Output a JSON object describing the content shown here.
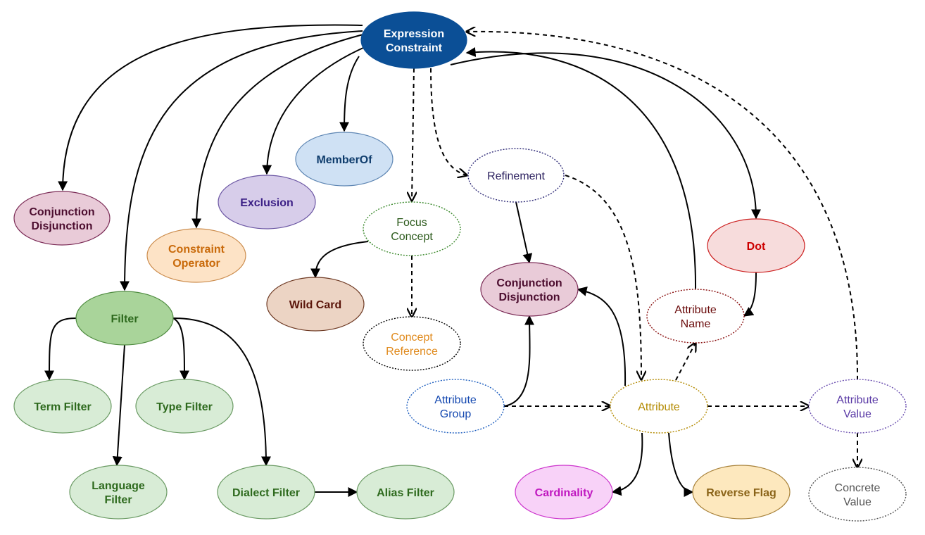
{
  "nodes": {
    "expression": {
      "lines": [
        "Expression",
        "Constraint"
      ],
      "fill": "#0b4f96",
      "stroke": "#0b4f96",
      "text": "#ffffff",
      "bold": true,
      "dashed": false
    },
    "conjDisjLeft": {
      "lines": [
        "Conjunction",
        "Disjunction"
      ],
      "fill": "#e9cbd8",
      "stroke": "#7a2a55",
      "text": "#4c0d2f",
      "bold": true,
      "dashed": false
    },
    "constraintOp": {
      "lines": [
        "Constraint",
        "Operator"
      ],
      "fill": "#fde3c6",
      "stroke": "#cc8d4e",
      "text": "#c96a0a",
      "bold": true,
      "dashed": false
    },
    "exclusion": {
      "lines": [
        "Exclusion"
      ],
      "fill": "#d7cdea",
      "stroke": "#6b56a3",
      "text": "#3b1f86",
      "bold": true,
      "dashed": false
    },
    "memberOf": {
      "lines": [
        "MemberOf"
      ],
      "fill": "#cfe1f4",
      "stroke": "#5e86b3",
      "text": "#0e3c6c",
      "bold": true,
      "dashed": false
    },
    "refinement": {
      "lines": [
        "Refinement"
      ],
      "fill": "#ffffff",
      "stroke": "#2e2a77",
      "text": "#2a1f5e",
      "bold": false,
      "dashed": true
    },
    "focusConcept": {
      "lines": [
        "Focus",
        "Concept"
      ],
      "fill": "#ffffff",
      "stroke": "#3c8a2d",
      "text": "#2c5a1c",
      "bold": false,
      "dashed": true
    },
    "wildCard": {
      "lines": [
        "Wild Card"
      ],
      "fill": "#ecd4c4",
      "stroke": "#6e3a24",
      "text": "#5a150a",
      "bold": true,
      "dashed": false
    },
    "conceptRef": {
      "lines": [
        "Concept",
        "Reference"
      ],
      "fill": "#ffffff",
      "stroke": "#000000",
      "text": "#e08a1d",
      "bold": false,
      "dashed": true
    },
    "conjDisjRight": {
      "lines": [
        "Conjunction",
        "Disjunction"
      ],
      "fill": "#e9cbd8",
      "stroke": "#7a2a55",
      "text": "#4c0d2f",
      "bold": true,
      "dashed": false
    },
    "dot": {
      "lines": [
        "Dot"
      ],
      "fill": "#f7dcdc",
      "stroke": "#cc1f1f",
      "text": "#cc0000",
      "bold": true,
      "dashed": false
    },
    "attributeName": {
      "lines": [
        "Attribute",
        "Name"
      ],
      "fill": "#ffffff",
      "stroke": "#8a1010",
      "text": "#6a0b0b",
      "bold": false,
      "dashed": true
    },
    "filter": {
      "lines": [
        "Filter"
      ],
      "fill": "#a9d49a",
      "stroke": "#4f8c40",
      "text": "#2e6a1e",
      "bold": true,
      "dashed": false
    },
    "termFilter": {
      "lines": [
        "Term Filter"
      ],
      "fill": "#d8ecd6",
      "stroke": "#6a9a63",
      "text": "#2e6a1e",
      "bold": true,
      "dashed": false
    },
    "typeFilter": {
      "lines": [
        "Type Filter"
      ],
      "fill": "#d8ecd6",
      "stroke": "#6a9a63",
      "text": "#2e6a1e",
      "bold": true,
      "dashed": false
    },
    "languageFilter": {
      "lines": [
        "Language",
        "Filter"
      ],
      "fill": "#d8ecd6",
      "stroke": "#6a9a63",
      "text": "#2e6a1e",
      "bold": true,
      "dashed": false
    },
    "dialectFilter": {
      "lines": [
        "Dialect Filter"
      ],
      "fill": "#d8ecd6",
      "stroke": "#6a9a63",
      "text": "#2e6a1e",
      "bold": true,
      "dashed": false
    },
    "aliasFilter": {
      "lines": [
        "Alias Filter"
      ],
      "fill": "#d8ecd6",
      "stroke": "#6a9a63",
      "text": "#2e6a1e",
      "bold": true,
      "dashed": false
    },
    "attributeGroup": {
      "lines": [
        "Attribute",
        "Group"
      ],
      "fill": "#ffffff",
      "stroke": "#1f5fbf",
      "text": "#1448b0",
      "bold": false,
      "dashed": true
    },
    "attribute": {
      "lines": [
        "Attribute"
      ],
      "fill": "#ffffff",
      "stroke": "#b38a00",
      "text": "#b38a00",
      "bold": false,
      "dashed": true
    },
    "attributeValue": {
      "lines": [
        "Attribute",
        "Value"
      ],
      "fill": "#ffffff",
      "stroke": "#6b4fb0",
      "text": "#5a3aa6",
      "bold": false,
      "dashed": true
    },
    "concreteValue": {
      "lines": [
        "Concrete",
        "Value"
      ],
      "fill": "#ffffff",
      "stroke": "#555555",
      "text": "#555555",
      "bold": false,
      "dashed": true
    },
    "cardinality": {
      "lines": [
        "Cardinality"
      ],
      "fill": "#f8d2f8",
      "stroke": "#cc33cc",
      "text": "#c018c0",
      "bold": true,
      "dashed": false
    },
    "reverseFlag": {
      "lines": [
        "Reverse Flag"
      ],
      "fill": "#fde8be",
      "stroke": "#a8823a",
      "text": "#8a6318",
      "bold": true,
      "dashed": false
    }
  },
  "edges": [
    {
      "from": "expression",
      "to": "conjDisjLeft",
      "style": "solid"
    },
    {
      "from": "expression",
      "to": "constraintOp",
      "style": "solid"
    },
    {
      "from": "expression",
      "to": "exclusion",
      "style": "solid"
    },
    {
      "from": "expression",
      "to": "memberOf",
      "style": "solid"
    },
    {
      "from": "expression",
      "to": "filter",
      "style": "solid"
    },
    {
      "from": "expression",
      "to": "focusConcept",
      "style": "dashed"
    },
    {
      "from": "expression",
      "to": "refinement",
      "style": "dashed"
    },
    {
      "from": "expression",
      "to": "dot",
      "style": "solid"
    },
    {
      "from": "attributeName",
      "to": "expression",
      "style": "solid"
    },
    {
      "from": "attributeValue",
      "to": "expression",
      "style": "dashed"
    },
    {
      "from": "focusConcept",
      "to": "wildCard",
      "style": "solid"
    },
    {
      "from": "focusConcept",
      "to": "conceptRef",
      "style": "dashed"
    },
    {
      "from": "refinement",
      "to": "conjDisjRight",
      "style": "solid"
    },
    {
      "from": "refinement",
      "to": "attribute",
      "style": "dashed"
    },
    {
      "from": "dot",
      "to": "attributeName",
      "style": "solid"
    },
    {
      "from": "filter",
      "to": "termFilter",
      "style": "solid"
    },
    {
      "from": "filter",
      "to": "typeFilter",
      "style": "solid"
    },
    {
      "from": "filter",
      "to": "languageFilter",
      "style": "solid"
    },
    {
      "from": "filter",
      "to": "dialectFilter",
      "style": "solid"
    },
    {
      "from": "dialectFilter",
      "to": "aliasFilter",
      "style": "solid"
    },
    {
      "from": "attributeGroup",
      "to": "conjDisjRight",
      "style": "solid"
    },
    {
      "from": "attributeGroup",
      "to": "attribute",
      "style": "dashed"
    },
    {
      "from": "attribute",
      "to": "conjDisjRight",
      "style": "solid"
    },
    {
      "from": "attribute",
      "to": "attributeName",
      "style": "dashed"
    },
    {
      "from": "attribute",
      "to": "attributeValue",
      "style": "dashed"
    },
    {
      "from": "attribute",
      "to": "cardinality",
      "style": "solid"
    },
    {
      "from": "attribute",
      "to": "reverseFlag",
      "style": "solid"
    },
    {
      "from": "attributeValue",
      "to": "concreteValue",
      "style": "dashed"
    }
  ]
}
